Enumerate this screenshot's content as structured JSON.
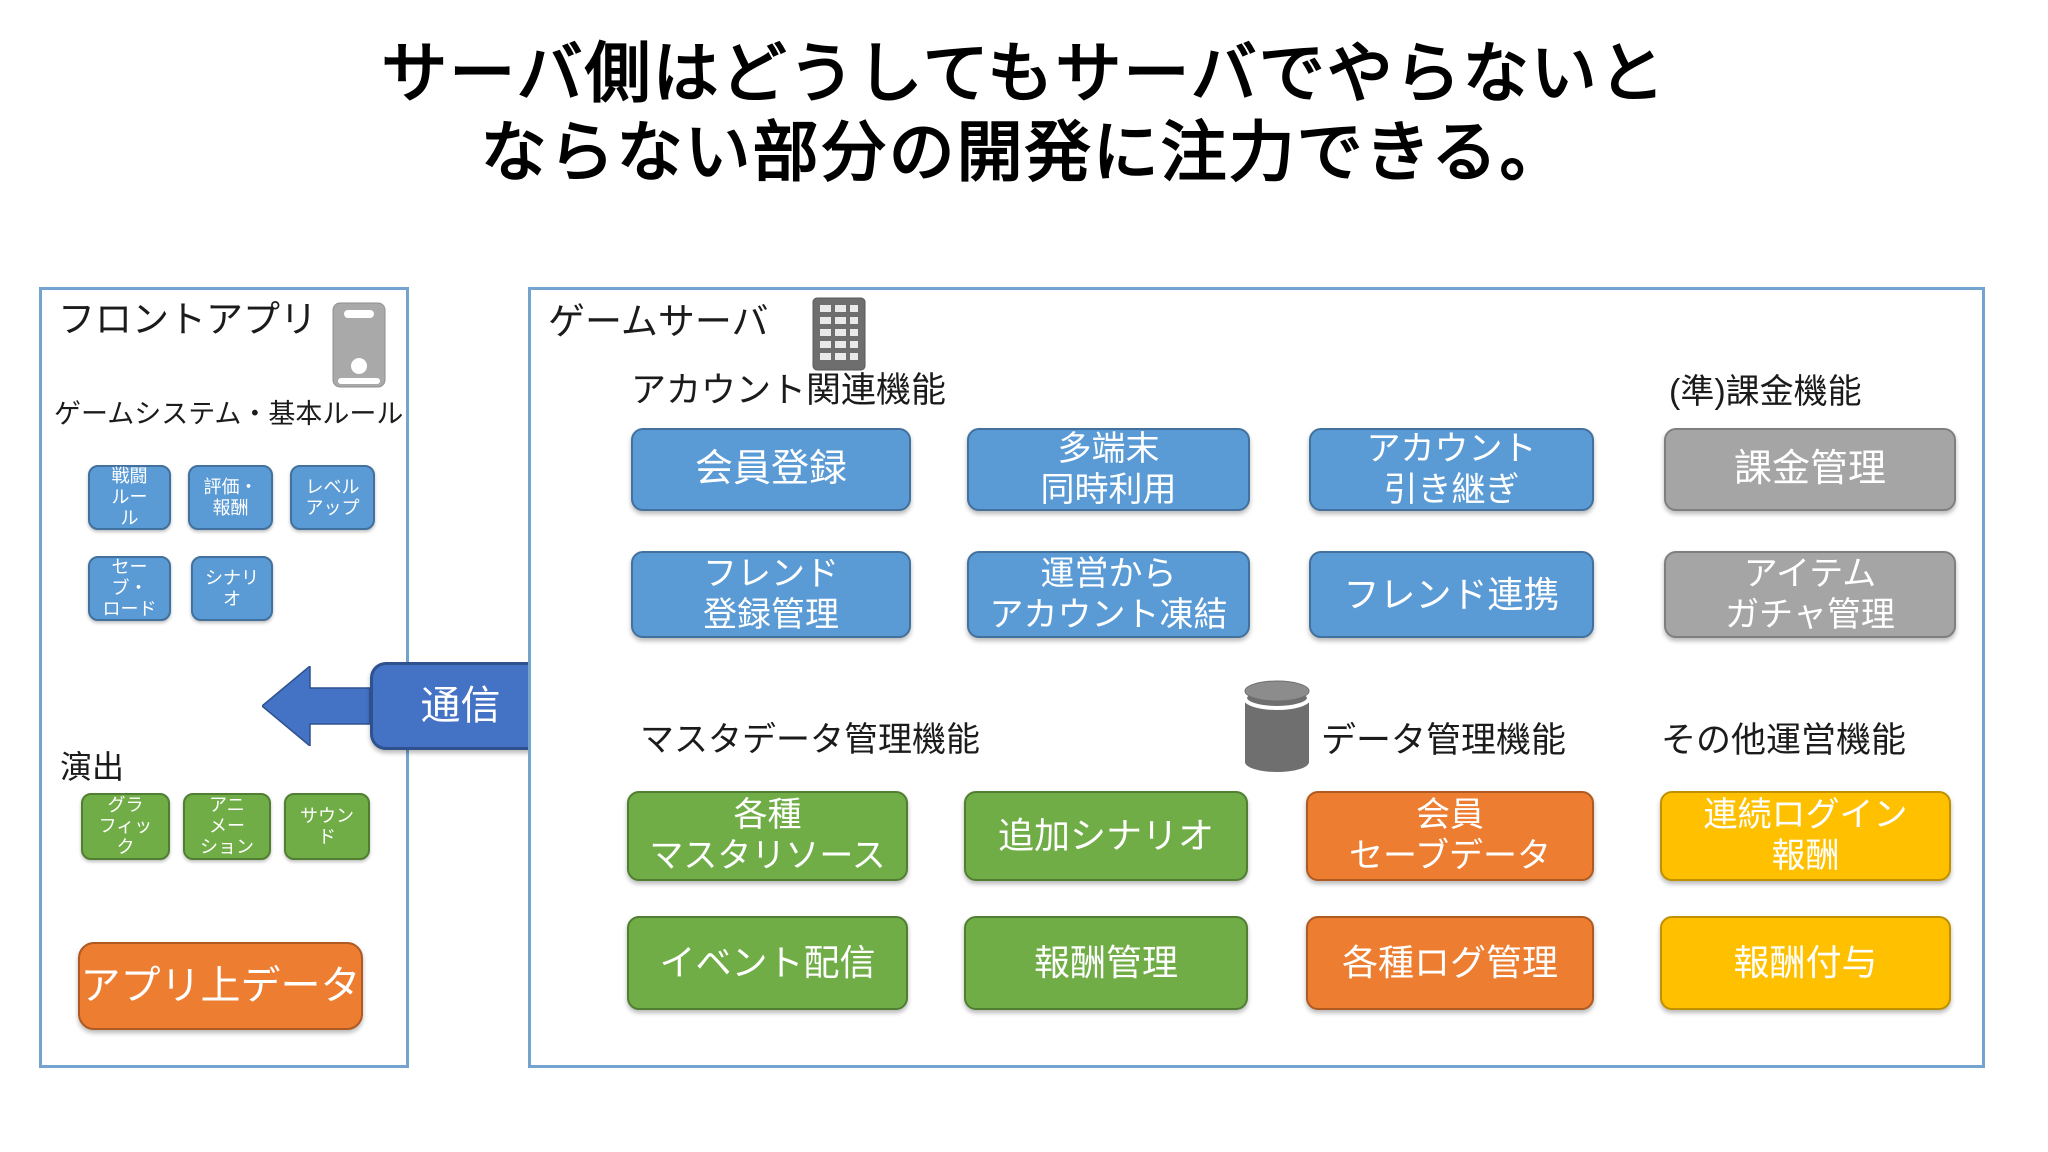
{
  "title": {
    "line1": "サーバ側はどうしてもサーバでやらないと",
    "line2": "ならない部分の開発に注力できる。"
  },
  "front_app": {
    "title": "フロントアプリ",
    "game_system": {
      "label": "ゲームシステム・基本ルール",
      "items": {
        "battle_rules": "戦闘\nルー\nル",
        "evaluation_reward": "評価・\n報酬",
        "level_up": "レベル\nアップ",
        "save_load": "セー\nブ・\nロード",
        "scenario": "シナリ\nオ"
      }
    },
    "effects": {
      "label": "演出",
      "items": {
        "graphics": "グラ\nフィッ\nク",
        "animation": "アニ\nメー\nション",
        "sound": "サウン\nド"
      }
    },
    "app_data": "アプリ上データ"
  },
  "communication": {
    "label": "通信"
  },
  "game_server": {
    "title": "ゲームサーバ",
    "account": {
      "label": "アカウント関連機能",
      "items": {
        "member_registration": "会員登録",
        "multi_device": "多端末\n同時利用",
        "account_transfer": "アカウント\n引き継ぎ",
        "friend_registration": "フレンド\n登録管理",
        "account_freeze": "運営から\nアカウント凍結",
        "friend_link": "フレンド連携"
      }
    },
    "billing": {
      "label": "(準)課金機能",
      "items": {
        "billing_management": "課金管理",
        "item_gacha": "アイテム\nガチャ管理"
      }
    },
    "master_data": {
      "label": "マスタデータ管理機能",
      "items": {
        "master_resources": "各種\nマスタリソース",
        "additional_scenario": "追加シナリオ",
        "event_delivery": "イベント配信",
        "reward_management": "報酬管理"
      }
    },
    "data_management": {
      "label": "データ管理機能",
      "items": {
        "member_save_data": "会員\nセーブデータ",
        "log_management": "各種ログ管理"
      }
    },
    "other_operations": {
      "label": "その他運営機能",
      "items": {
        "login_bonus": "連続ログイン\n報酬",
        "reward_grant": "報酬付与"
      }
    }
  },
  "colors": {
    "box_blue": "#5B9BD5",
    "box_dark_blue": "#4472C4",
    "box_green": "#70AD47",
    "box_orange": "#ED7D31",
    "box_yellow": "#FFC000",
    "box_gray": "#A5A5A5",
    "panel_border": "#74A3D0"
  }
}
